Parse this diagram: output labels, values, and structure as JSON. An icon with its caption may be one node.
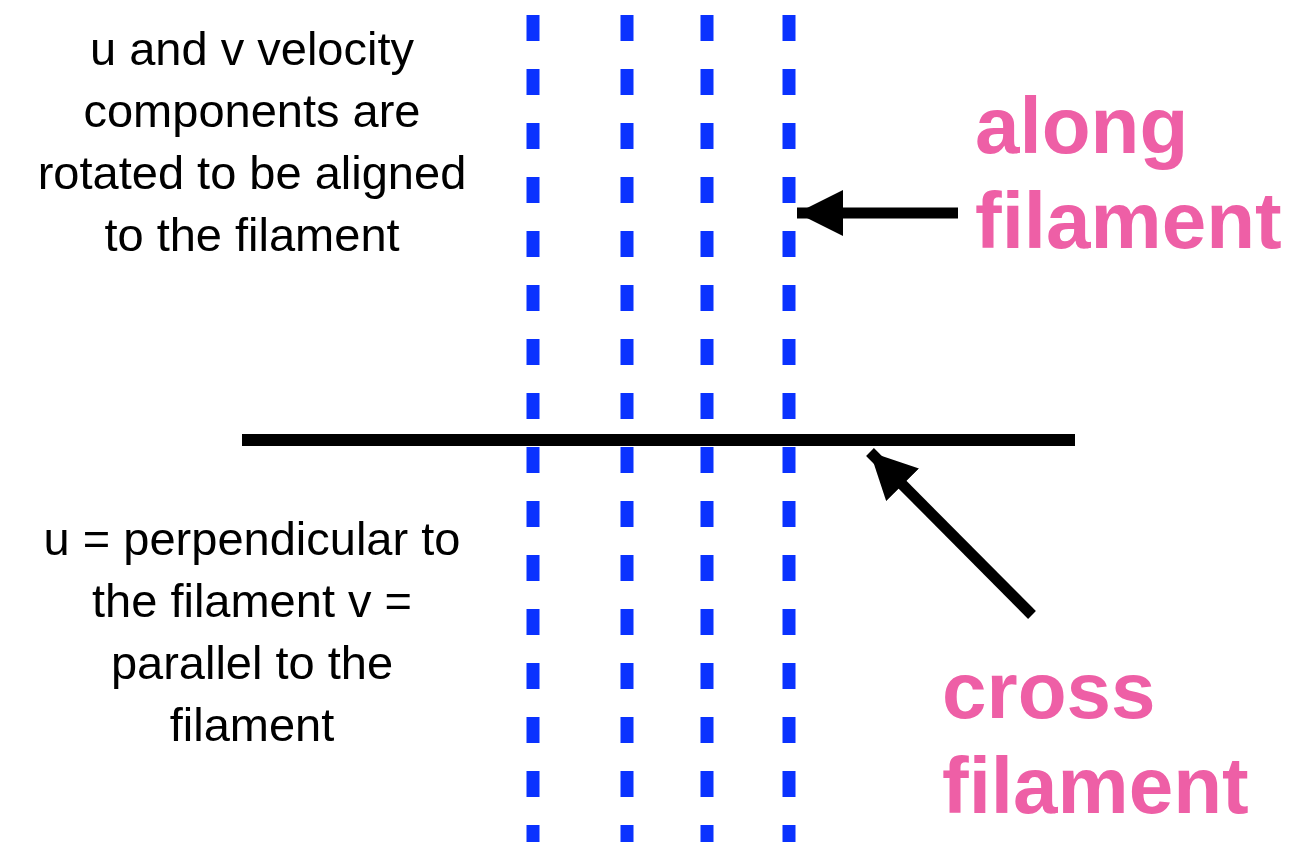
{
  "diagram": {
    "nodes": [
      {
        "text": [
          "along filament"
        ]
      },
      {
        "text": [],
        "shape": "line"
      },
      {
        "text": [
          "cross filament"
        ]
      },
      {
        "text": [],
        "shape": "line"
      }
    ],
    "edges": [
      {
        "from": 0,
        "to": 1,
        "arrow": "to"
      },
      {
        "from": 2,
        "to": 3,
        "arrow": "to"
      }
    ],
    "labels": [
      "u and v velocity components are rotated to be aligned to the filament",
      "u = perpendicular to the filament v = parallel to the filament"
    ]
  }
}
